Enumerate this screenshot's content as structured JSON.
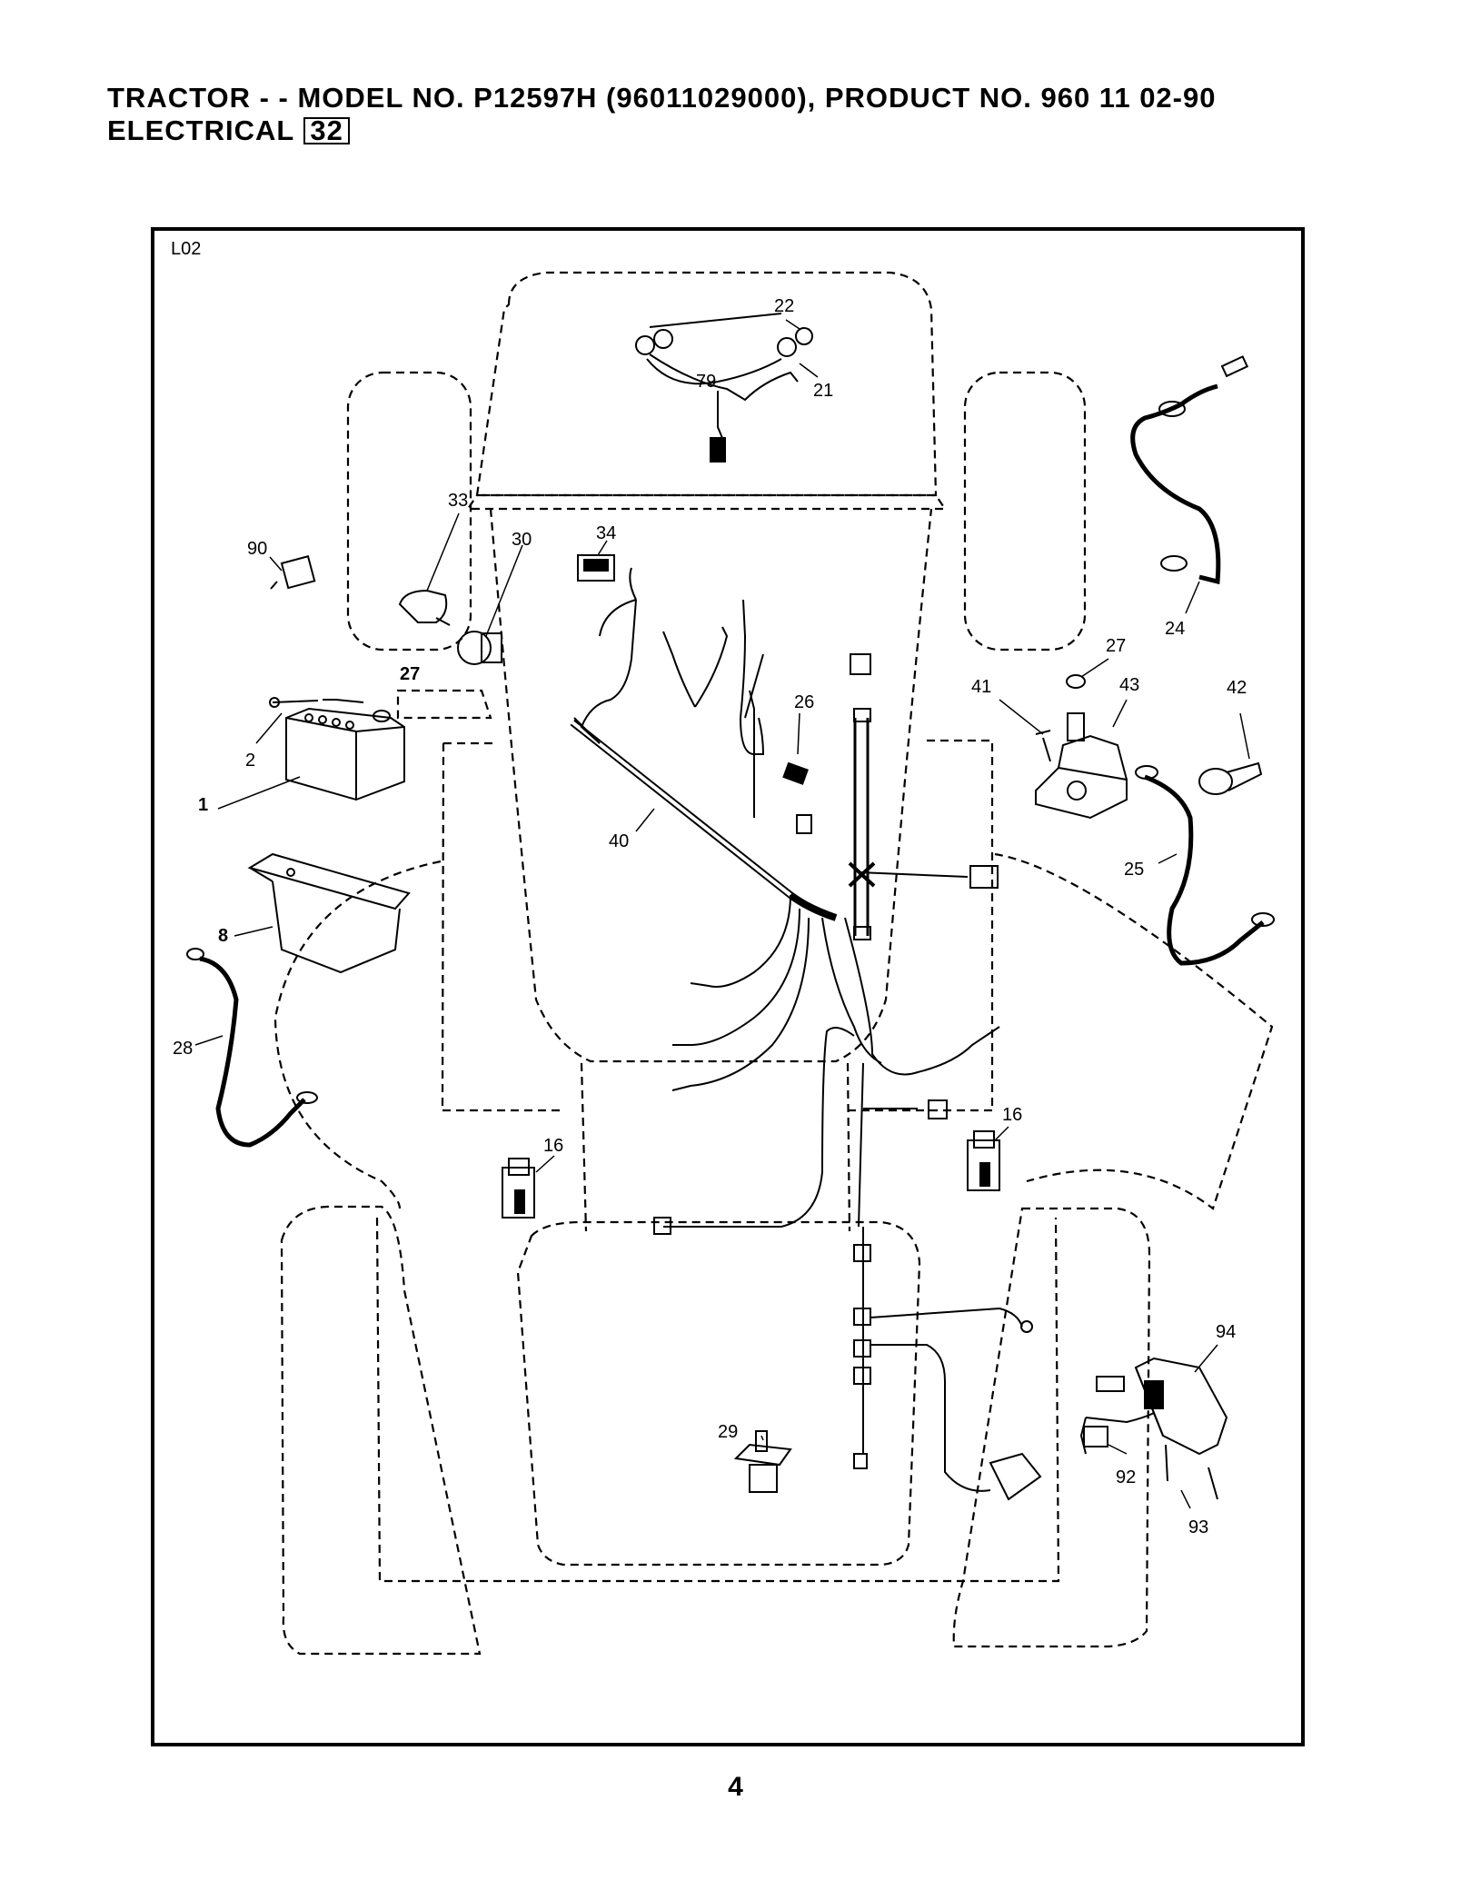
{
  "header": {
    "line1": "TRACTOR - - MODEL NO. P12597H   (96011029000), PRODUCT NO. 960 11 02-90",
    "line2_text": "ELECTRICAL",
    "section_number": "32"
  },
  "diagram": {
    "code": "L02",
    "callouts": [
      {
        "id": "c22",
        "label": "22",
        "bold": false
      },
      {
        "id": "c79",
        "label": "79",
        "bold": false
      },
      {
        "id": "c21",
        "label": "21",
        "bold": false
      },
      {
        "id": "c33",
        "label": "33",
        "bold": false
      },
      {
        "id": "c30",
        "label": "30",
        "bold": false
      },
      {
        "id": "c34",
        "label": "34",
        "bold": false
      },
      {
        "id": "c90",
        "label": "90",
        "bold": false
      },
      {
        "id": "c27a",
        "label": "27",
        "bold": true
      },
      {
        "id": "c2",
        "label": "2",
        "bold": false
      },
      {
        "id": "c1",
        "label": "1",
        "bold": true
      },
      {
        "id": "c26",
        "label": "26",
        "bold": false
      },
      {
        "id": "c40",
        "label": "40",
        "bold": false
      },
      {
        "id": "c8",
        "label": "8",
        "bold": true
      },
      {
        "id": "c28",
        "label": "28",
        "bold": false
      },
      {
        "id": "c24",
        "label": "24",
        "bold": false
      },
      {
        "id": "c27b",
        "label": "27",
        "bold": false
      },
      {
        "id": "c41",
        "label": "41",
        "bold": false
      },
      {
        "id": "c43",
        "label": "43",
        "bold": false
      },
      {
        "id": "c42",
        "label": "42",
        "bold": false
      },
      {
        "id": "c25",
        "label": "25",
        "bold": false
      },
      {
        "id": "c16a",
        "label": "16",
        "bold": false
      },
      {
        "id": "c16b",
        "label": "16",
        "bold": false
      },
      {
        "id": "c94",
        "label": "94",
        "bold": false
      },
      {
        "id": "c92",
        "label": "92",
        "bold": false
      },
      {
        "id": "c93",
        "label": "93",
        "bold": false
      },
      {
        "id": "c29",
        "label": "29",
        "bold": false
      }
    ]
  },
  "footer": {
    "page_number": "4"
  }
}
